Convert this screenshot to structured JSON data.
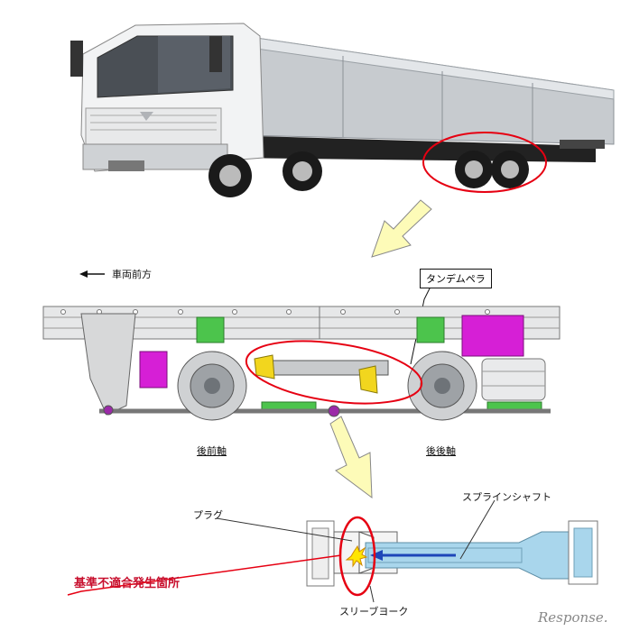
{
  "labels": {
    "vehicle_front": "車両前方",
    "tandem_prop": "タンデムペラ",
    "rear_front_axle": "後前軸",
    "rear_rear_axle": "後後軸",
    "plug": "プラグ",
    "spline_shaft": "スプラインシャフト",
    "sleeve_yoke": "スリーブヨーク",
    "defect_location": "基準不適合発生箇所"
  },
  "watermark": "Response."
}
